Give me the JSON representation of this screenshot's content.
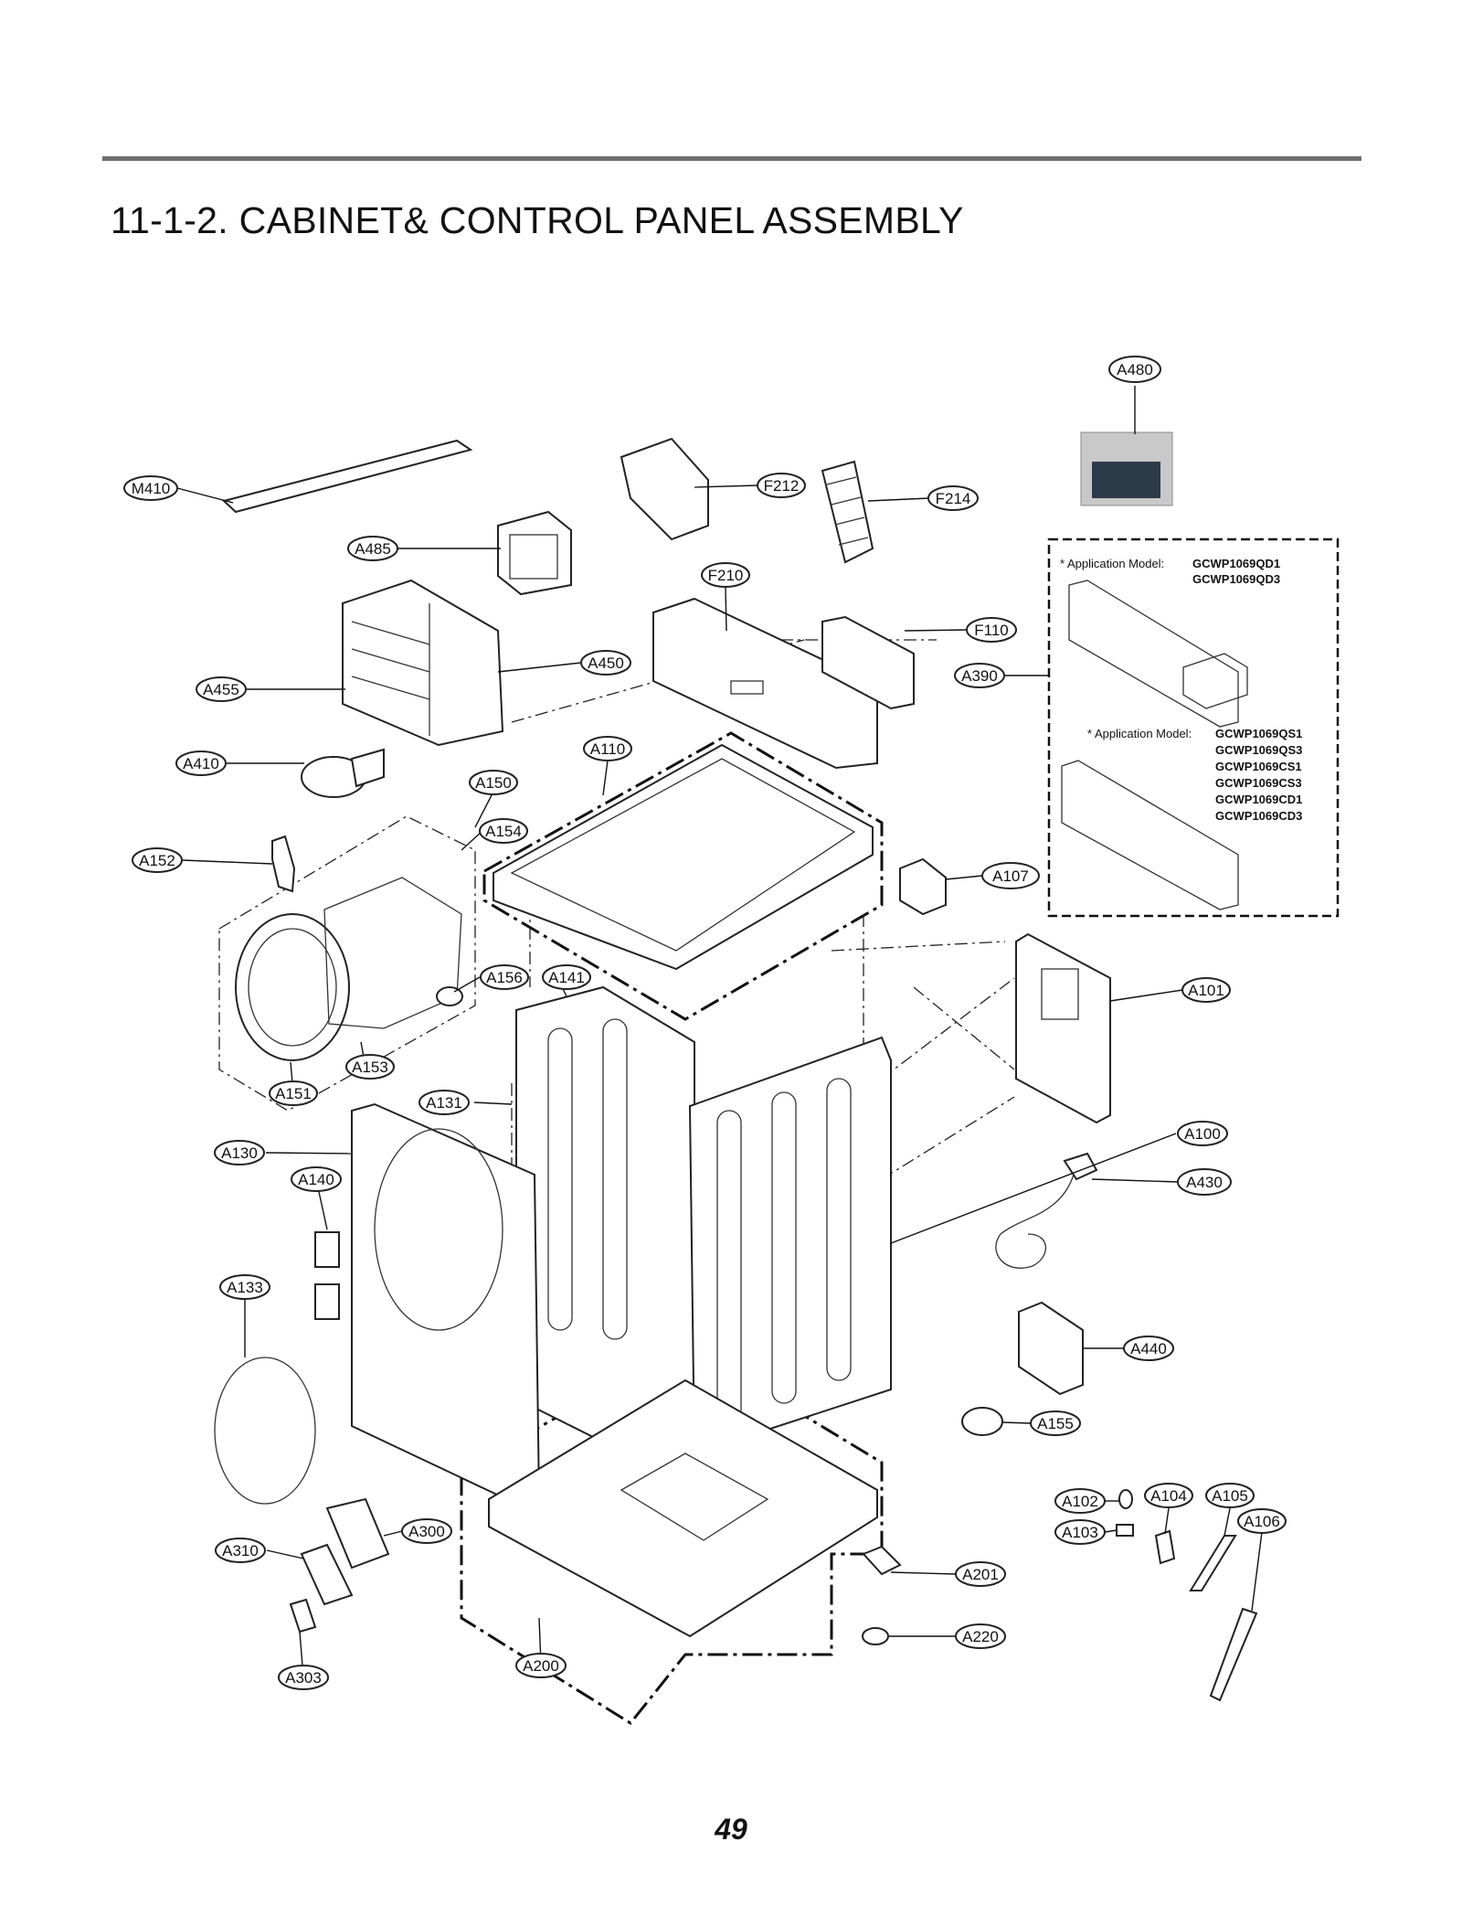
{
  "header": {
    "title": "11-1-2. CABINET& CONTROL PANEL ASSEMBLY"
  },
  "footer": {
    "page_number": "49"
  },
  "callouts": {
    "A480": "A480",
    "M410": "M410",
    "F212": "F212",
    "F214": "F214",
    "A485": "A485",
    "F210": "F210",
    "F110": "F110",
    "A450": "A450",
    "A390": "A390",
    "A455": "A455",
    "A410": "A410",
    "A110": "A110",
    "A150": "A150",
    "A154": "A154",
    "A152": "A152",
    "A107": "A107",
    "A156": "A156",
    "A141": "A141",
    "A101": "A101",
    "A153": "A153",
    "A151": "A151",
    "A131": "A131",
    "A100": "A100",
    "A130": "A130",
    "A140": "A140",
    "A430": "A430",
    "A133": "A133",
    "A440": "A440",
    "A155": "A155",
    "A102": "A102",
    "A104": "A104",
    "A105": "A105",
    "A106": "A106",
    "A103": "A103",
    "A300": "A300",
    "A310": "A310",
    "A201": "A201",
    "A220": "A220",
    "A200": "A200",
    "A303": "A303"
  },
  "application_notes": {
    "group1": {
      "label": "* Application Model:",
      "models": [
        "GCWP1069QD1",
        "GCWP1069QD3"
      ]
    },
    "group2": {
      "label": "* Application Model:",
      "models": [
        "GCWP1069QS1",
        "GCWP1069QS3",
        "GCWP1069CS1",
        "GCWP1069CS3",
        "GCWP1069CD1",
        "GCWP1069CD3"
      ]
    }
  }
}
